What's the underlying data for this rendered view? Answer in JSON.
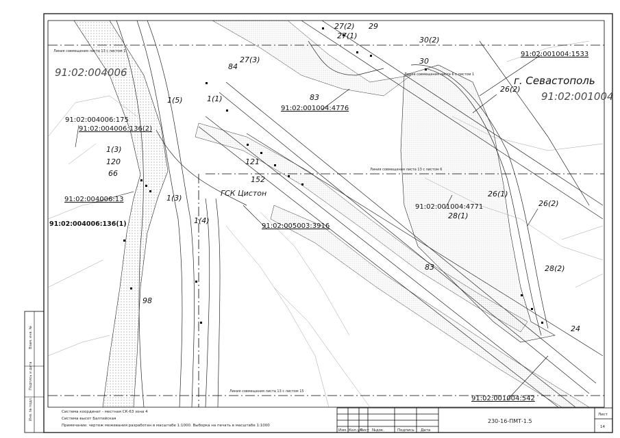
{
  "map": {
    "city_label": "г. Севастополь",
    "quarters": [
      {
        "id": "q-004006",
        "text": "91:02:004006"
      },
      {
        "id": "q-001004",
        "text": "91:02:001004"
      }
    ],
    "cadastral_refs": [
      {
        "id": "ref-1533",
        "text": "91:02:001004:1533"
      },
      {
        "id": "ref-175",
        "text": "91:02:004006:175"
      },
      {
        "id": "ref-136-2",
        "text": "91:02:004006:136(2)"
      },
      {
        "id": "ref-13",
        "text": "91:02:004006:13"
      },
      {
        "id": "ref-136-1",
        "text": "91:02:004006:136(1)"
      },
      {
        "id": "ref-4776",
        "text": "91:02:001004:4776"
      },
      {
        "id": "ref-4771",
        "text": "91:02:001004:4771"
      },
      {
        "id": "ref-3916",
        "text": "91:02:005003:3916"
      },
      {
        "id": "ref-542",
        "text": "91:02:001004:542"
      }
    ],
    "plot_labels": [
      "27(2)",
      "29",
      "27(1)",
      "30(2)",
      "84",
      "27(3)",
      "30",
      "1(5)",
      "1(1)",
      "83",
      "26(2)",
      "1(3)",
      "120",
      "66",
      "121",
      "152",
      "1(3)",
      "1(4)",
      "26(1)",
      "26(2)",
      "28(1)",
      "83",
      "28(2)",
      "98",
      "24"
    ],
    "gsk_label": "ГСК Цистон",
    "sheet_notes": [
      "Линия совмещения листа 13 с листом 1",
      "Линия совмещения листа 6 с листом 1",
      "Линия совмещения листа 13 с листом 6",
      "Линия совмещения листа 13 с листом 15"
    ]
  },
  "footer": {
    "notes": [
      "Система координат - местная СК-63 зона 4",
      "Система высот Балтийская",
      "Примечание: чертеж межевания разработан в масштабе 1:1000. Выборка на печать в масштабе 1:1000"
    ]
  },
  "stamp": {
    "headers": [
      "Изм.",
      "Кол.уч",
      "Лист",
      "№док.",
      "Подпись",
      "Дата"
    ],
    "doc_code": "230-16-ПМТ-1.5",
    "sheet_label": "Лист",
    "sheet_number": "14"
  },
  "side_stamp": [
    "Взам. инв. №",
    "Подпись и дата",
    "Инв. № подл."
  ]
}
